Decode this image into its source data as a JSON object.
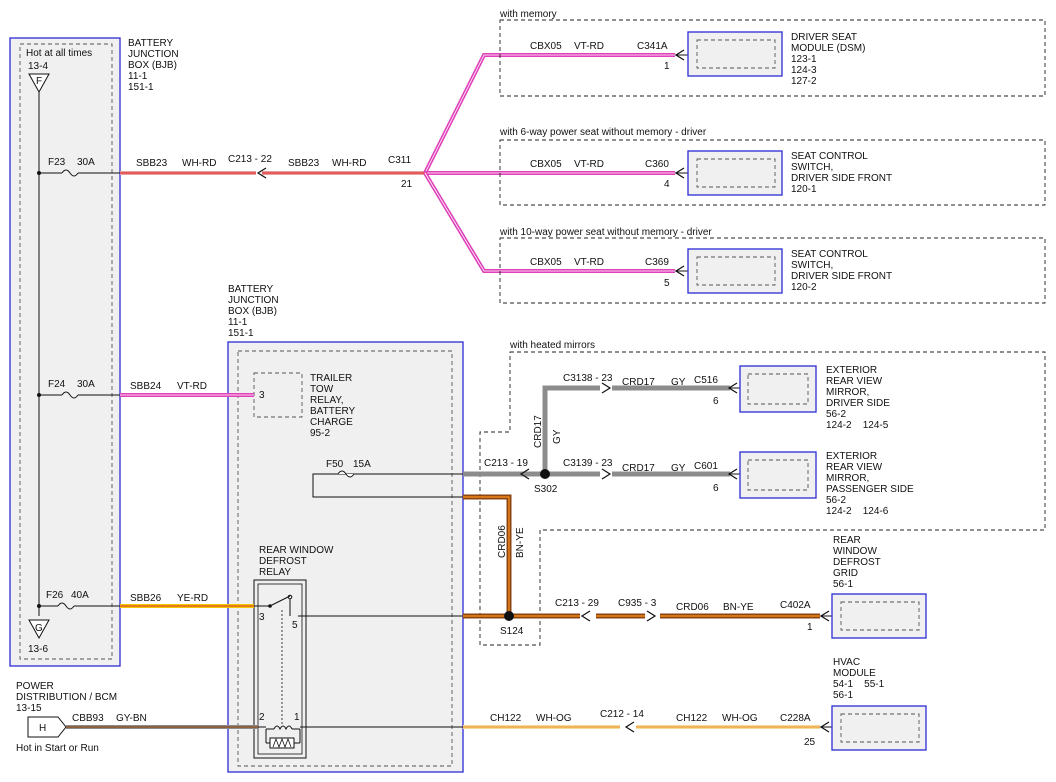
{
  "bjb_left": {
    "name": [
      "BATTERY",
      "JUNCTION",
      "BOX (BJB)",
      "11-1",
      "151-1"
    ],
    "hot": "Hot at all times",
    "top_ref": "13-4",
    "top_term": "F",
    "bottom_term": "G",
    "bottom_ref": "13-6"
  },
  "fuses": {
    "f23": {
      "name": "F23",
      "rating": "30A"
    },
    "f24": {
      "name": "F24",
      "rating": "30A"
    },
    "f26": {
      "name": "F26",
      "rating": "40A"
    },
    "f50": {
      "name": "F50",
      "rating": "15A"
    }
  },
  "wires": {
    "sbb23": {
      "circuit": "SBB23",
      "color": "WH-RD"
    },
    "sbb24": {
      "circuit": "SBB24",
      "color": "VT-RD"
    },
    "sbb26": {
      "circuit": "SBB26",
      "color": "YE-RD"
    },
    "cbx05": {
      "circuit": "CBX05",
      "color": "VT-RD"
    },
    "crd17": {
      "circuit": "CRD17",
      "color": "GY"
    },
    "crd06": {
      "circuit": "CRD06",
      "color": "BN-YE"
    },
    "cbb93": {
      "circuit": "CBB93",
      "color": "GY-BN"
    },
    "ch122": {
      "circuit": "CH122",
      "color": "WH-OG"
    }
  },
  "connectors": {
    "c213_22": "C213 - 22",
    "c311": "C311",
    "c311_pin": "21",
    "c341a": "C341A",
    "c341a_pin": "1",
    "c360": "C360",
    "c360_pin": "4",
    "c369": "C369",
    "c369_pin": "5",
    "c3138": "C3138 - 23",
    "c516": "C516",
    "c516_pin": "6",
    "c3139": "C3139 - 23",
    "c601": "C601",
    "c601_pin": "6",
    "c213_19": "C213 - 19",
    "s302": "S302",
    "c213_29": "C213 - 29",
    "c935_3": "C935 - 3",
    "c402a": "C402A",
    "c402a_pin": "1",
    "s124": "S124",
    "c212_14": "C212 - 14",
    "c228a": "C228A",
    "c228a_pin": "25"
  },
  "options": {
    "memory": "with memory",
    "six_way": "with 6-way power seat without memory - driver",
    "ten_way": "with 10-way power seat without memory - driver",
    "heated": "with heated mirrors"
  },
  "components": {
    "dsm": [
      "DRIVER SEAT",
      "MODULE (DSM)",
      "123-1",
      "124-3",
      "127-2"
    ],
    "seat_switch_1": [
      "SEAT CONTROL",
      "SWITCH,",
      "DRIVER SIDE FRONT",
      "120-1"
    ],
    "seat_switch_2": [
      "SEAT CONTROL",
      "SWITCH,",
      "DRIVER SIDE FRONT",
      "120-2"
    ],
    "mirror_driver": [
      "EXTERIOR",
      "REAR VIEW",
      "MIRROR,",
      "DRIVER SIDE",
      "56-2",
      "124-2    124-5"
    ],
    "mirror_pass": [
      "EXTERIOR",
      "REAR VIEW",
      "MIRROR,",
      "PASSENGER SIDE",
      "56-2",
      "124-2    124-6"
    ],
    "defrost_grid": [
      "REAR",
      "WINDOW",
      "DEFROST",
      "GRID",
      "56-1"
    ],
    "hvac": [
      "HVAC",
      "MODULE",
      "54-1    55-1",
      "56-1"
    ]
  },
  "bjb_center": {
    "name": [
      "BATTERY",
      "JUNCTION",
      "BOX (BJB)",
      "11-1",
      "151-1"
    ],
    "trailer_relay": [
      "TRAILER",
      "TOW",
      "RELAY,",
      "BATTERY",
      "CHARGE",
      "95-2"
    ],
    "trailer_pin": "3",
    "defrost_relay": [
      "REAR WINDOW",
      "DEFROST",
      "RELAY"
    ],
    "relay_pins": {
      "p3": "3",
      "p5": "5",
      "p2": "2",
      "p1": "1"
    }
  },
  "power_dist": {
    "name": [
      "POWER",
      "DISTRIBUTION / BCM",
      "13-15"
    ],
    "term": "H",
    "note": "Hot in Start or Run"
  },
  "wire_colors": {
    "pink": "#e040b8",
    "gray": "#8c8c8c",
    "brown": "#8b4513",
    "orange": "#f08a1a",
    "yellow": "#f0c800",
    "red": "#e03030"
  }
}
